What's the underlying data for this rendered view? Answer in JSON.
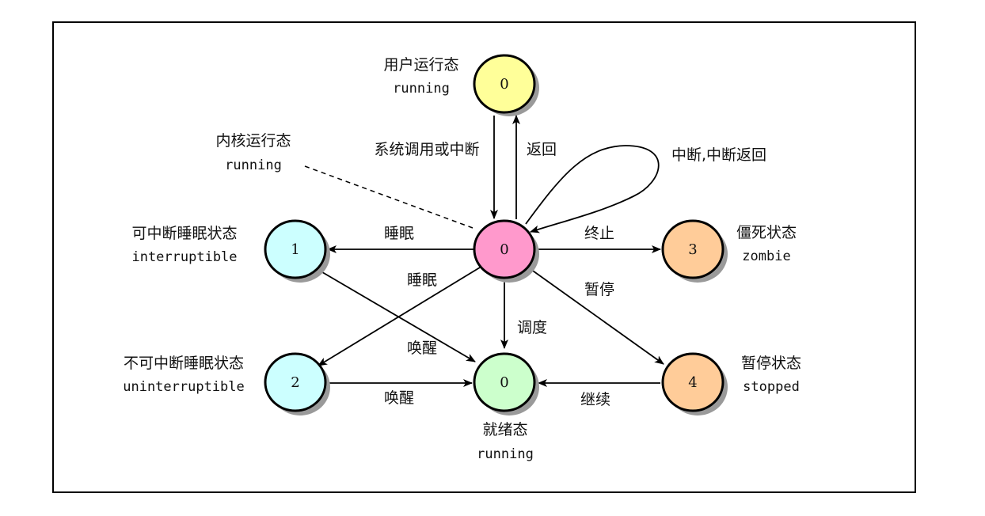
{
  "nodes": {
    "user_running": {
      "number": "0",
      "label": "用户运行态",
      "sublabel": "running",
      "color": "#ffff99"
    },
    "kernel_running": {
      "number": "0",
      "label": "内核运行态",
      "sublabel": "running",
      "color": "#ff99cc"
    },
    "interruptible": {
      "number": "1",
      "label": "可中断睡眠状态",
      "sublabel": "interruptible",
      "color": "#ccffff"
    },
    "uninterruptible": {
      "number": "2",
      "label": "不可中断睡眠状态",
      "sublabel": "uninterruptible",
      "color": "#ccffff"
    },
    "ready": {
      "number": "0",
      "label": "就绪态",
      "sublabel": "running",
      "color": "#ccffcc"
    },
    "zombie": {
      "number": "3",
      "label": "僵死状态",
      "sublabel": "zombie",
      "color": "#ffcc99"
    },
    "stopped": {
      "number": "4",
      "label": "暂停状态",
      "sublabel": "stopped",
      "color": "#ffcc99"
    }
  },
  "edges": {
    "syscall": "系统调用或中断",
    "return": "返回",
    "interrupt_loop": "中断,中断返回",
    "sleep_1": "睡眠",
    "sleep_2": "睡眠",
    "terminate": "终止",
    "pause": "暂停",
    "schedule": "调度",
    "wakeup_1": "唤醒",
    "wakeup_2": "唤醒",
    "continue": "继续"
  }
}
